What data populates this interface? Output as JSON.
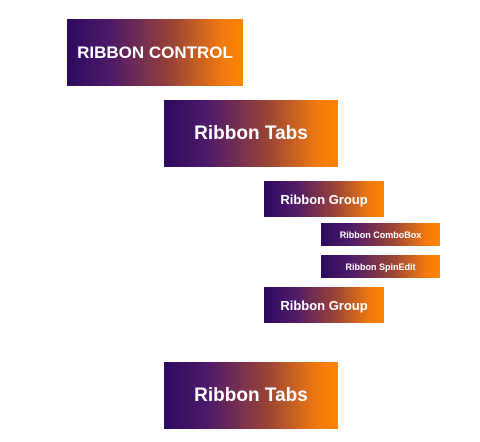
{
  "diagram": {
    "nodes": {
      "ribbon_control": "RIBBON CONTROL",
      "ribbon_tabs_1": "Ribbon Tabs",
      "ribbon_group_1": "Ribbon Group",
      "ribbon_combobox": "Ribbon ComboBox",
      "ribbon_spinedit": "Ribbon SpinEdit",
      "ribbon_group_2": "Ribbon Group",
      "ribbon_tabs_2": "Ribbon Tabs"
    },
    "colors": {
      "gradient_start": "#2b0a5e",
      "gradient_end": "#ff8300",
      "text": "#ffffff",
      "background": "#ffffff"
    }
  }
}
